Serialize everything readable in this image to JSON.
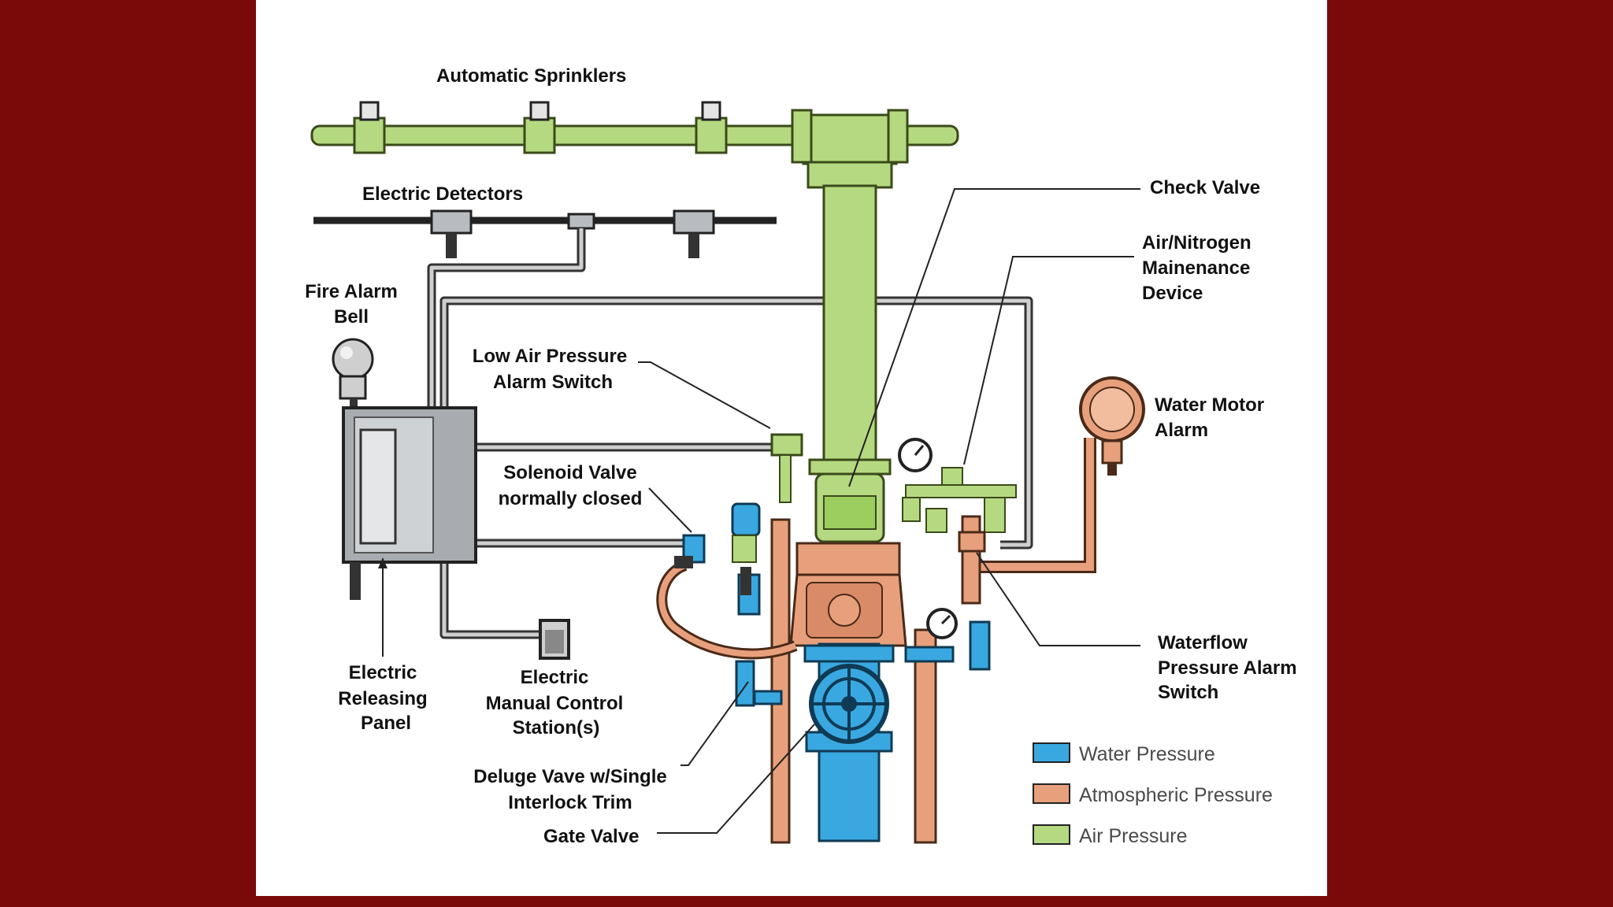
{
  "colors": {
    "background": "#7a0a0a",
    "panel": "#ffffff",
    "water_pressure": "#3aa8e0",
    "atmospheric_pressure": "#e8a07c",
    "air_pressure": "#b5d980"
  },
  "labels": {
    "automatic_sprinklers": "Automatic Sprinklers",
    "electric_detectors": "Electric Detectors",
    "fire_alarm_bell": [
      "Fire Alarm",
      "Bell"
    ],
    "low_air_pressure_alarm_switch": [
      "Low Air Pressure",
      "Alarm Switch"
    ],
    "solenoid_valve": [
      "Solenoid Valve",
      "normally closed"
    ],
    "electric_releasing_panel": [
      "Electric",
      "Releasing",
      "Panel"
    ],
    "electric_manual_control_station": [
      "Electric",
      "Manual Control",
      "Station(s)"
    ],
    "deluge_valve": [
      "Deluge Vave w/Single",
      "Interlock Trim"
    ],
    "gate_valve": "Gate Valve",
    "check_valve": "Check Valve",
    "air_nitrogen_device": [
      "Air/Nitrogen",
      "Mainenance",
      "Device"
    ],
    "water_motor_alarm": [
      "Water Motor",
      "Alarm"
    ],
    "waterflow_pressure_alarm_switch": [
      "Waterflow",
      "Pressure Alarm",
      "Switch"
    ]
  },
  "legend": [
    {
      "label": "Water Pressure",
      "color": "#3aa8e0"
    },
    {
      "label": "Atmospheric Pressure",
      "color": "#e8a07c"
    },
    {
      "label": "Air Pressure",
      "color": "#b5d980"
    }
  ]
}
